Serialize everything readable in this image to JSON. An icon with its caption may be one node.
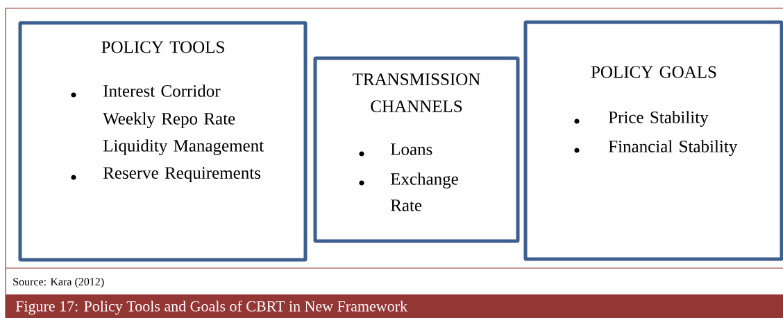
{
  "diagram": {
    "caption": "Figure 17: Policy Tools and Goals of CBRT in New Framework",
    "nodes": [
      {
        "text": [
          "POLICY TOOLS",
          "Interest Corridor",
          "Weekly Repo Rate",
          "Liquidity Management",
          "Reserve Requirements"
        ]
      },
      {
        "text": [
          "TRANSMISSION CHANNELS",
          "Loans",
          "Exchange Rate"
        ]
      },
      {
        "text": [
          "POLICY GOALS",
          "Price Stability",
          "Financial Stability"
        ]
      }
    ],
    "labels": [
      "Source: Kara (2012)"
    ]
  }
}
